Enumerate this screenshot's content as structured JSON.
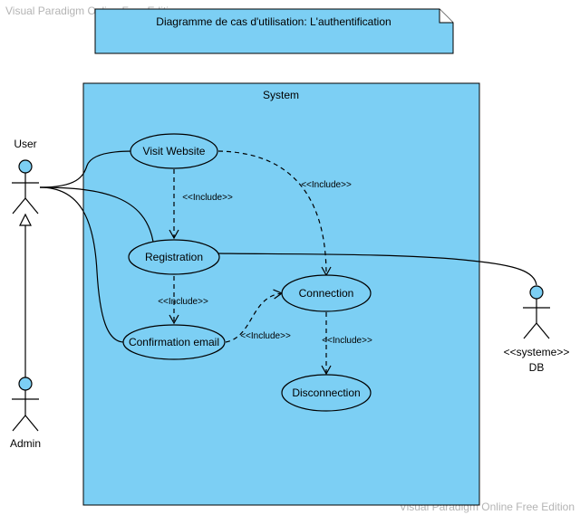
{
  "watermark": {
    "top": "Visual Paradigm Online Free Edition",
    "bottom": "Visual Paradigm Online Free Edition"
  },
  "note": {
    "title": "Diagramme de cas d'utilisation: L'authentification"
  },
  "system": {
    "label": "System"
  },
  "actors": {
    "user": {
      "name": "User"
    },
    "admin": {
      "name": "Admin"
    },
    "db": {
      "stereotype": "<<systeme>>",
      "name": "DB"
    }
  },
  "use_cases": {
    "visit_website": "Visit Website",
    "registration": "Registration",
    "confirmation_email": "Confirmation email",
    "connection": "Connection",
    "disconnection": "Disconnection"
  },
  "relations": {
    "include_visit_registration": "<<Include>>",
    "include_visit_connection": "<<Include>>",
    "include_registration_confirmation": "<<Include>>",
    "include_confirmation_connection": "<<Include>>",
    "include_connection_disconnection": "<<Include>>"
  },
  "colors": {
    "fill": "#7ccff4",
    "stroke": "#000000",
    "watermark": "#b4b4b4"
  }
}
